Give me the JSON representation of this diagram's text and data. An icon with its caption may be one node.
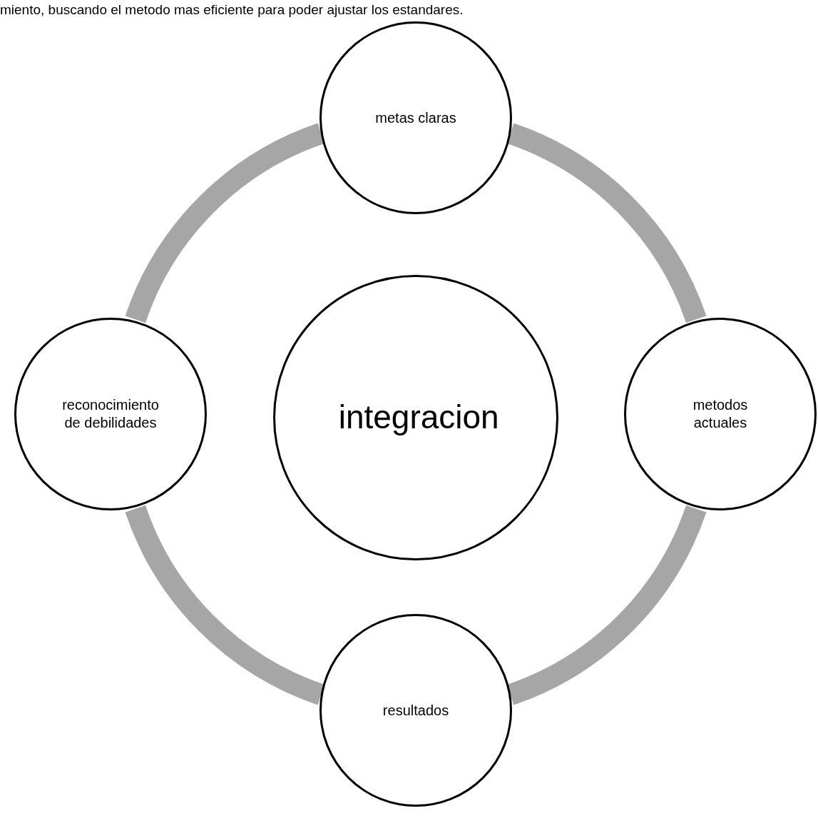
{
  "diagram": {
    "nodes": [
      {
        "text": [
          "metas claras"
        ]
      },
      {
        "text": [
          "reconocimiento de debilidades"
        ]
      },
      {
        "text": [
          "integracion"
        ]
      },
      {
        "text": [
          "metodos actuales"
        ]
      },
      {
        "text": [
          "resultados"
        ]
      }
    ],
    "edges": [
      {
        "from": 0,
        "to": 3,
        "arrow": "none"
      },
      {
        "from": 3,
        "to": 4,
        "arrow": "none"
      },
      {
        "from": 4,
        "to": 1,
        "arrow": "none"
      },
      {
        "from": 1,
        "to": 0,
        "arrow": "none"
      }
    ],
    "labels": [
      "miento, buscando el metodo mas eficiente para poder ajustar los estandares."
    ]
  }
}
